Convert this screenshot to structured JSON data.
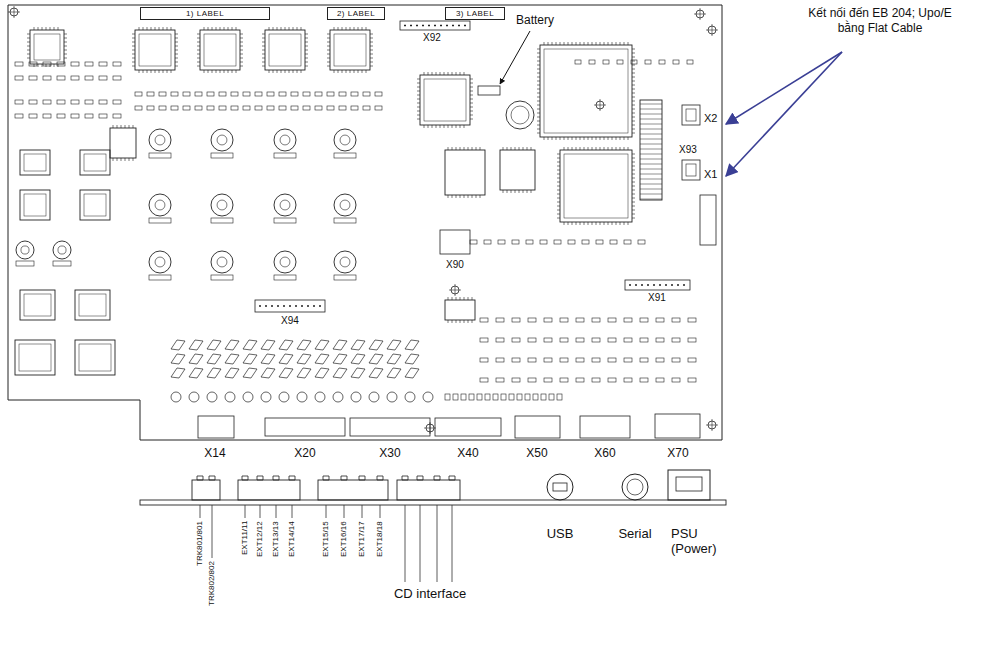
{
  "diagram": {
    "nodes": [
      {
        "text": [
          "1) LABEL"
        ]
      },
      {
        "text": [
          "2) LABEL"
        ]
      },
      {
        "text": [
          "3) LABEL"
        ]
      }
    ],
    "labels": [
      "Battery",
      "X92",
      "Kết nối đến EB 204; Upo/E bằng Flat Cable",
      "X2",
      "X93",
      "X1",
      "X90",
      "X94",
      "X91",
      "X14",
      "X20",
      "X30",
      "X40",
      "X50",
      "X60",
      "X70",
      "USB",
      "Serial",
      "PSU (Power)",
      "CD interface",
      "TRK801/801",
      "TRK802/802",
      "EXT11/11",
      "EXT12/12",
      "EXT13/13",
      "EXT14/14",
      "EXT15/15",
      "EXT16/16",
      "EXT17/17",
      "EXT18/18"
    ]
  }
}
